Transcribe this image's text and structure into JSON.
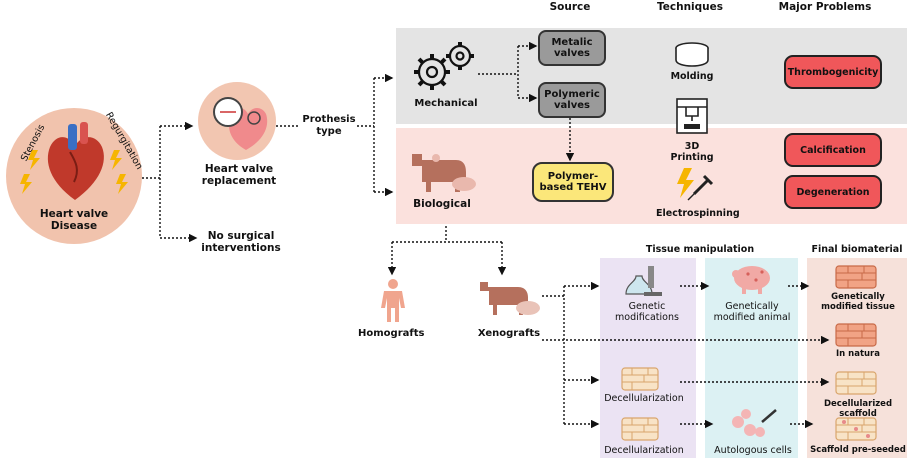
{
  "headers": {
    "source": "Source",
    "techniques": "Techniques",
    "major_problems": "Major Problems",
    "tissue_manipulation": "Tissue manipulation",
    "final_biomaterial": "Final biomaterial"
  },
  "disease": {
    "title": "Heart valve Disease",
    "stenosis": "Stenosis",
    "regurgitation": "Regurgitation"
  },
  "replacement": "Heart valve replacement",
  "no_surgical": "No surgical interventions",
  "prothesis_type": "Prothesis type",
  "mechanical": "Mechanical",
  "biological": "Biological",
  "sources": {
    "metalic": "Metalic valves",
    "polymeric": "Polymeric valves",
    "polymer_tehv": "Polymer-based TEHV"
  },
  "techniques": {
    "molding": "Molding",
    "printing": "3D Printing",
    "electrospinning": "Electrospinning"
  },
  "problems": {
    "thrombogenicity": "Thrombogenicity",
    "calcification": "Calcification",
    "degeneration": "Degeneration"
  },
  "grafts": {
    "homografts": "Homografts",
    "xenografts": "Xenografts"
  },
  "manipulation": {
    "genetic_mod": "Genetic modifications",
    "gm_animal": "Genetically modified animal",
    "decell_1": "Decellularization",
    "decell_2": "Decellularization",
    "autologous": "Autologous cells"
  },
  "final": {
    "gm_tissue": "Genetically modified tissue",
    "in_natura": "In natura",
    "decell_scaffold": "Decellularized scaffold",
    "preseeded": "Scaffold pre-seeded"
  },
  "colors": {
    "mech_band": "#e4e4e4",
    "bio_band": "#fbe1dd",
    "purple_band": "#ebe3f3",
    "cyan_band": "#dcf1f3",
    "final_band": "#f6e1da",
    "red": "#f0575a",
    "yellow": "#fbe77a",
    "grey": "#9a9a9a"
  }
}
